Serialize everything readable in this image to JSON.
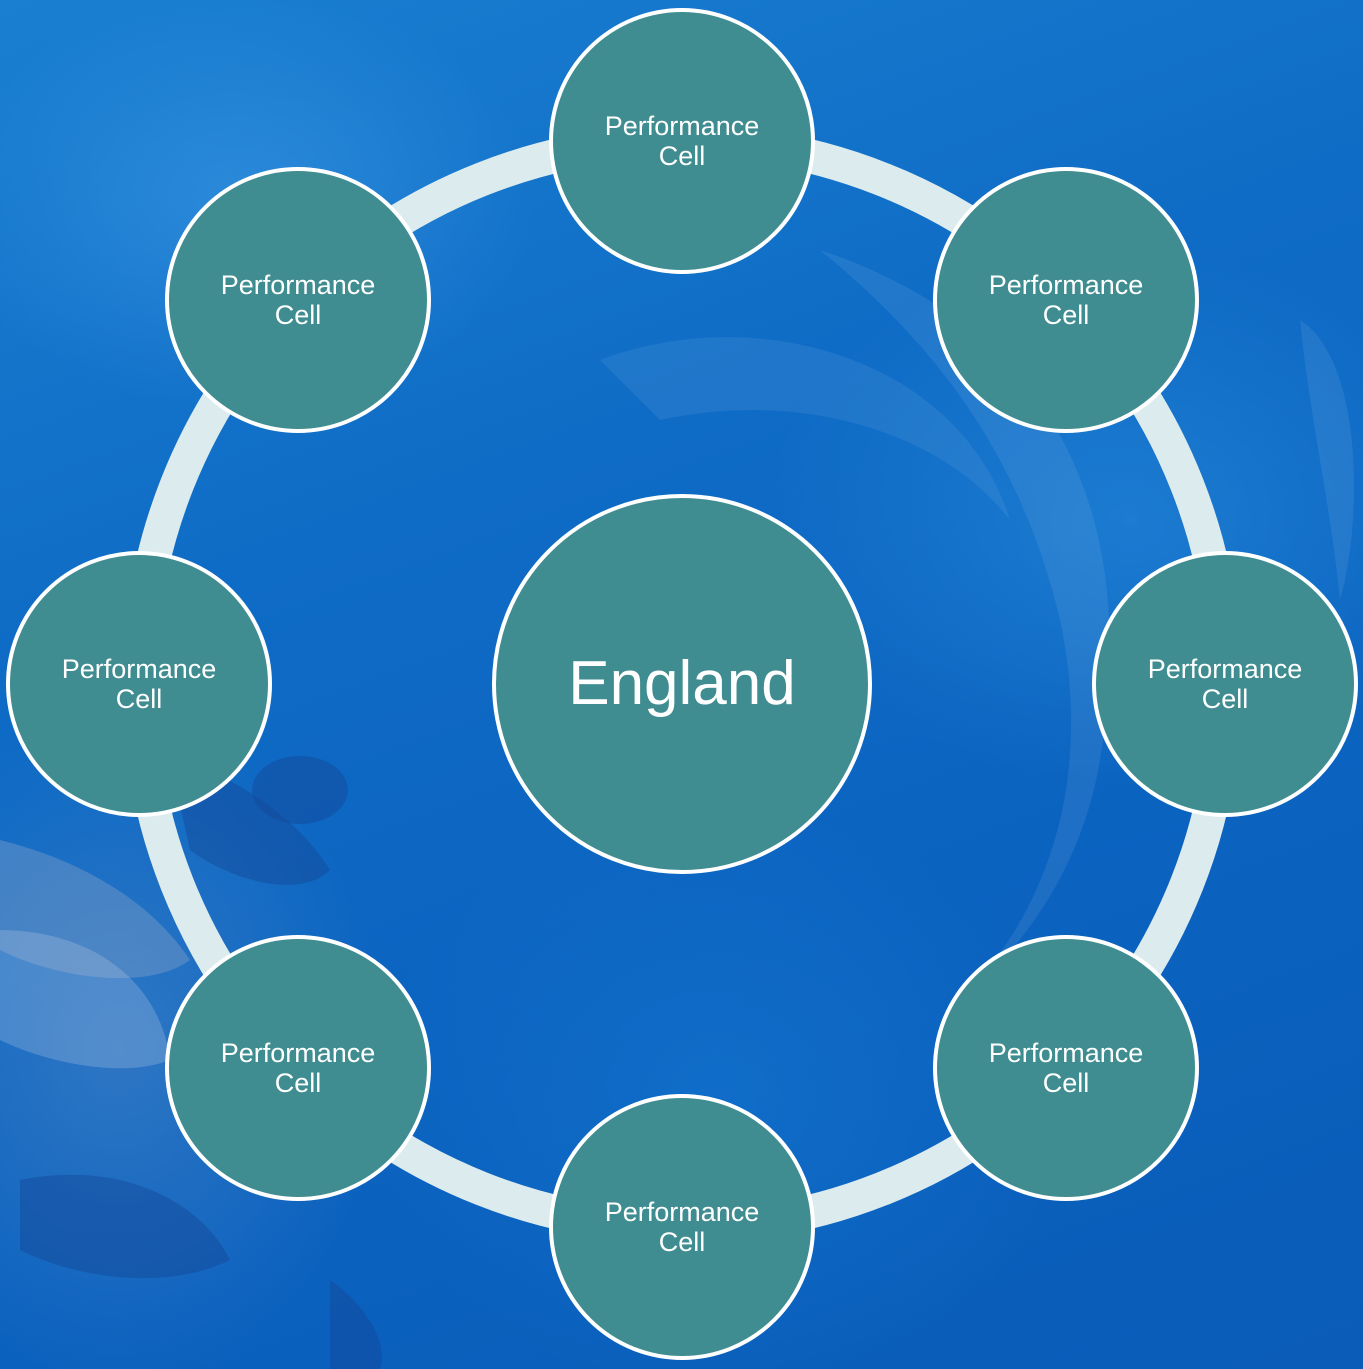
{
  "diagram": {
    "center": {
      "label": "England"
    },
    "nodes": [
      {
        "label": "Performance\nCell"
      },
      {
        "label": "Performance\nCell"
      },
      {
        "label": "Performance\nCell"
      },
      {
        "label": "Performance\nCell"
      },
      {
        "label": "Performance\nCell"
      },
      {
        "label": "Performance\nCell"
      },
      {
        "label": "Performance\nCell"
      },
      {
        "label": "Performance\nCell"
      }
    ]
  },
  "colors": {
    "node_fill": "#408d91",
    "node_border": "#ffffff",
    "ring": "#dcebee",
    "background": "#0f6cc6"
  }
}
